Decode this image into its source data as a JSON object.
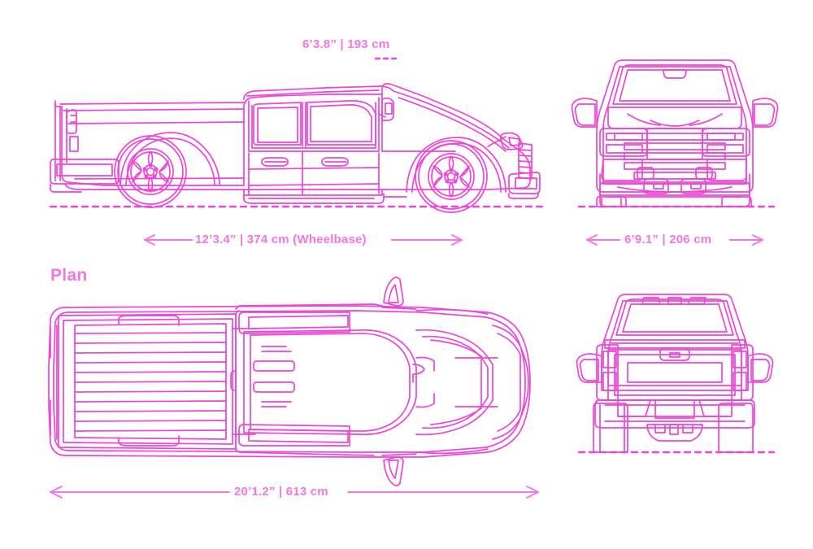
{
  "meta": {
    "subject": "Crew Cab Pickup Truck",
    "background_color": "#ffffff",
    "line_color": "#ee45d8",
    "text_color": "#f576e2"
  },
  "labels": {
    "plan": "Plan"
  },
  "dimensions": {
    "height": {
      "text": "6’3.8” | 193 cm",
      "imperial": "6’3.8”",
      "metric": "193 cm",
      "view": "side-elevation",
      "orientation": "vertical-marker"
    },
    "wheelbase": {
      "text": "12’3.4” | 374 cm (Wheelbase)",
      "imperial": "12’3.4”",
      "metric": "374 cm",
      "note": "(Wheelbase)",
      "view": "side-elevation",
      "orientation": "horizontal-double-arrow"
    },
    "width": {
      "text": "6’9.1” | 206 cm",
      "imperial": "6’9.1”",
      "metric": "206 cm",
      "view": "front-elevation",
      "orientation": "horizontal-double-arrow"
    },
    "length": {
      "text": "20’1.2” | 613 cm",
      "imperial": "20’1.2”",
      "metric": "613 cm",
      "view": "plan",
      "orientation": "horizontal-double-arrow"
    }
  },
  "views": [
    {
      "id": "side-elevation",
      "name": "Side Elevation",
      "position": "top-left"
    },
    {
      "id": "front-elevation",
      "name": "Front Elevation",
      "position": "top-right"
    },
    {
      "id": "plan-view",
      "name": "Plan View",
      "position": "bottom-left"
    },
    {
      "id": "rear-elevation",
      "name": "Rear Elevation",
      "position": "bottom-right"
    }
  ]
}
